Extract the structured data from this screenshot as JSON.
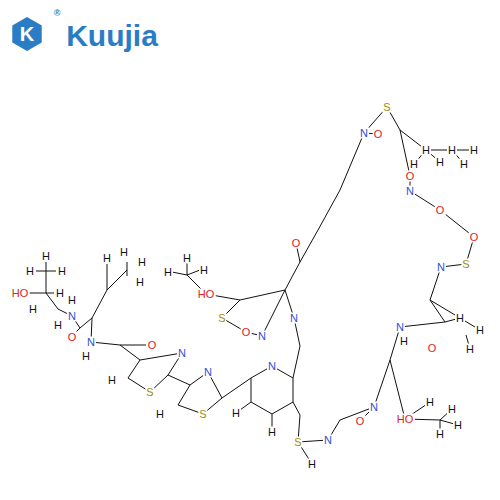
{
  "diagram": {
    "labels": [
      "K",
      "®",
      "Kuujia",
      "H",
      "H",
      "H",
      "HO",
      "H",
      "H",
      "H",
      "H",
      "N",
      "O",
      "H",
      "H",
      "H",
      "H",
      "N",
      "H",
      "O",
      "H",
      "S",
      "N",
      "N",
      "H",
      "S",
      "N",
      "H",
      "H",
      "H",
      "H",
      "H",
      "HO",
      "N",
      "S",
      "O",
      "N",
      "O",
      "N",
      "S",
      "O",
      "H",
      "H",
      "H",
      "H",
      "H",
      "H",
      "O",
      "N",
      "O",
      "O",
      "S",
      "N",
      "H",
      "H",
      "H",
      "N",
      "H",
      "O",
      "HO",
      "H",
      "H",
      "H",
      "H",
      "O",
      "N",
      "N",
      "S",
      "H"
    ]
  }
}
